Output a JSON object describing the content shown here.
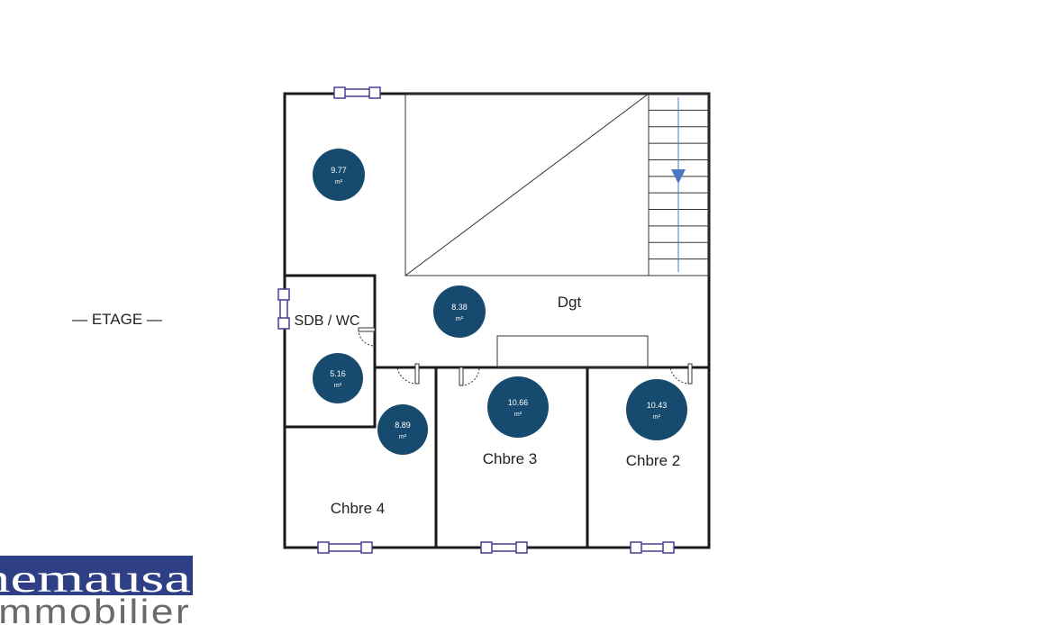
{
  "floor_label": "— ETAGE —",
  "rooms": {
    "dgt": "Dgt",
    "sdb_wc": "SDB / WC",
    "chbre3": "Chbre 3",
    "chbre2": "Chbre 2",
    "chbre4": "Chbre 4"
  },
  "areas": [
    {
      "value": "9.77",
      "unit": "m²"
    },
    {
      "value": "8.38",
      "unit": "m²"
    },
    {
      "value": "5.16",
      "unit": "m²"
    },
    {
      "value": "8.89",
      "unit": "m²"
    },
    {
      "value": "10.66",
      "unit": "m²"
    },
    {
      "value": "10.43",
      "unit": "m²"
    }
  ],
  "logo": {
    "line1": "nemausa",
    "line2": "immobilier"
  },
  "colors": {
    "wall": "#1a1a1a",
    "area_badge": "#164a6e",
    "window": "#4a3d8f",
    "stair_arrow": "#4a78c2",
    "logo_blue": "#2e3f86",
    "logo_orange": "#e58a55"
  }
}
